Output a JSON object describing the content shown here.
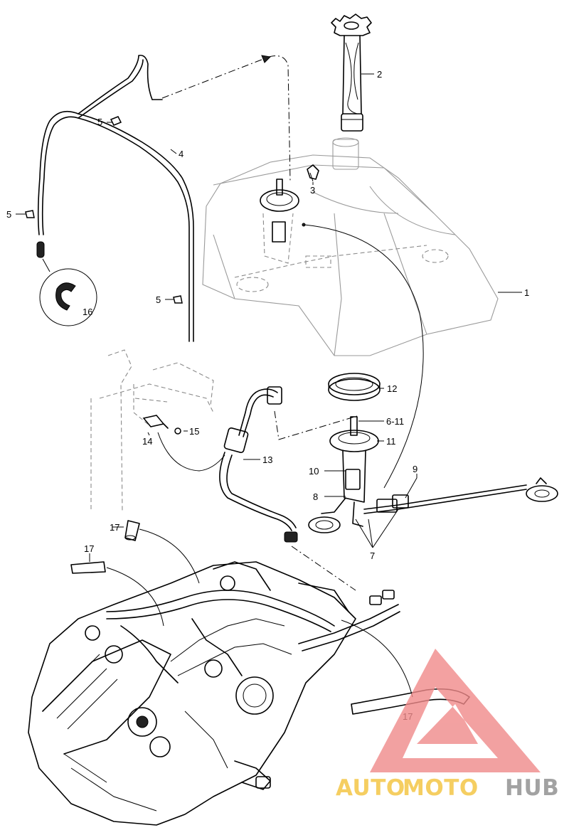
{
  "diagram": {
    "callouts": [
      {
        "id": "c1",
        "text": "1"
      },
      {
        "id": "c2",
        "text": "2"
      },
      {
        "id": "c3",
        "text": "3"
      },
      {
        "id": "c4",
        "text": "4"
      },
      {
        "id": "c5a",
        "text": "5"
      },
      {
        "id": "c5b",
        "text": "5"
      },
      {
        "id": "c5c",
        "text": "5"
      },
      {
        "id": "c16",
        "text": "16"
      },
      {
        "id": "c12",
        "text": "12"
      },
      {
        "id": "c6_11",
        "text": "6-11"
      },
      {
        "id": "c11",
        "text": "11"
      },
      {
        "id": "c10",
        "text": "10"
      },
      {
        "id": "c8",
        "text": "8"
      },
      {
        "id": "c9",
        "text": "9"
      },
      {
        "id": "c7",
        "text": "7"
      },
      {
        "id": "c13",
        "text": "13"
      },
      {
        "id": "c14",
        "text": "14"
      },
      {
        "id": "c15",
        "text": "15"
      },
      {
        "id": "c17a",
        "text": "17"
      },
      {
        "id": "c17b",
        "text": "17"
      },
      {
        "id": "c17c",
        "text": "17"
      }
    ]
  },
  "watermark": {
    "text_auto": "AUTO",
    "text_moto": "MOTO",
    "text_hub": "HUB",
    "colors": {
      "auto": "#f3c23a",
      "moto": "#f3c23a",
      "hub": "#8c8c8c",
      "triangle": "#f08a8a"
    }
  }
}
